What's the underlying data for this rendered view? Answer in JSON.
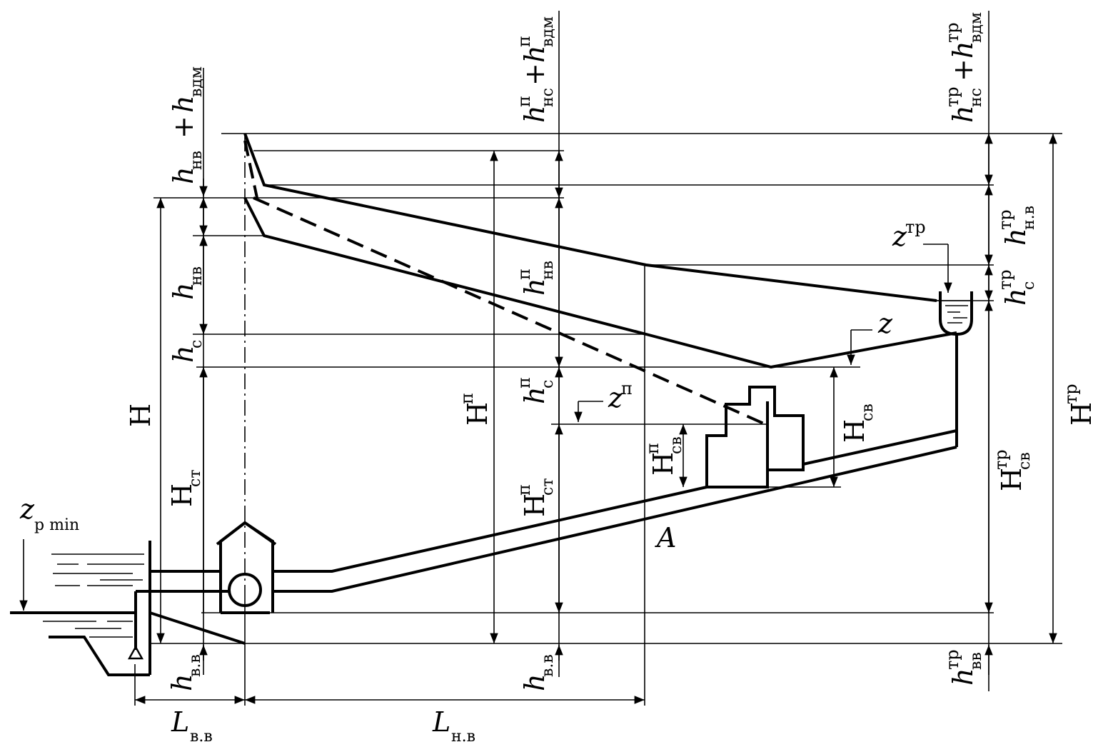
{
  "labels": {
    "h": "h",
    "H": "H",
    "L": "L",
    "z": "z",
    "A": "A",
    "plus": "+",
    "sub_nv": "нв",
    "sub_vdm": "вдм",
    "sub_ns": "нс",
    "sub_s": "с",
    "sub_st": "ст",
    "sub_vv_dot": "в.в",
    "sub_nv_dot": "н.в",
    "sub_sv": "св",
    "sub_vv": "вв",
    "sub_p_min": "р min",
    "sup_p": "п",
    "sup_tr": "тр"
  },
  "colors": {
    "line": "#000000",
    "background": "#ffffff"
  }
}
